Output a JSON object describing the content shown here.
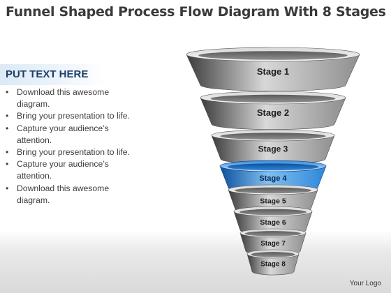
{
  "title": "Funnel Shaped Process Flow Diagram With 8 Stages",
  "heading": "PUT TEXT HERE",
  "bullets": [
    "Download this awesome diagram.",
    "Bring your presentation to life.",
    "Capture your audience’s attention.",
    "Bring your presentation to life.",
    "Capture your audience’s attention.",
    "Download this awesome diagram."
  ],
  "bullet_glyph": "•",
  "stages": [
    "Stage 1",
    "Stage 2",
    "Stage 3",
    "Stage 4",
    "Stage 5",
    "Stage 6",
    "Stage 7",
    "Stage 8"
  ],
  "highlighted_stage": "Stage 4",
  "colors": {
    "gray_dark": "#3c3c3c",
    "gray_mid": "#8f8f8f",
    "gray_light": "#d8d8d8",
    "blue_dark": "#0d4f9c",
    "blue_mid": "#2f86d9",
    "blue_light": "#7fc0f2"
  },
  "logo": "Your Logo"
}
